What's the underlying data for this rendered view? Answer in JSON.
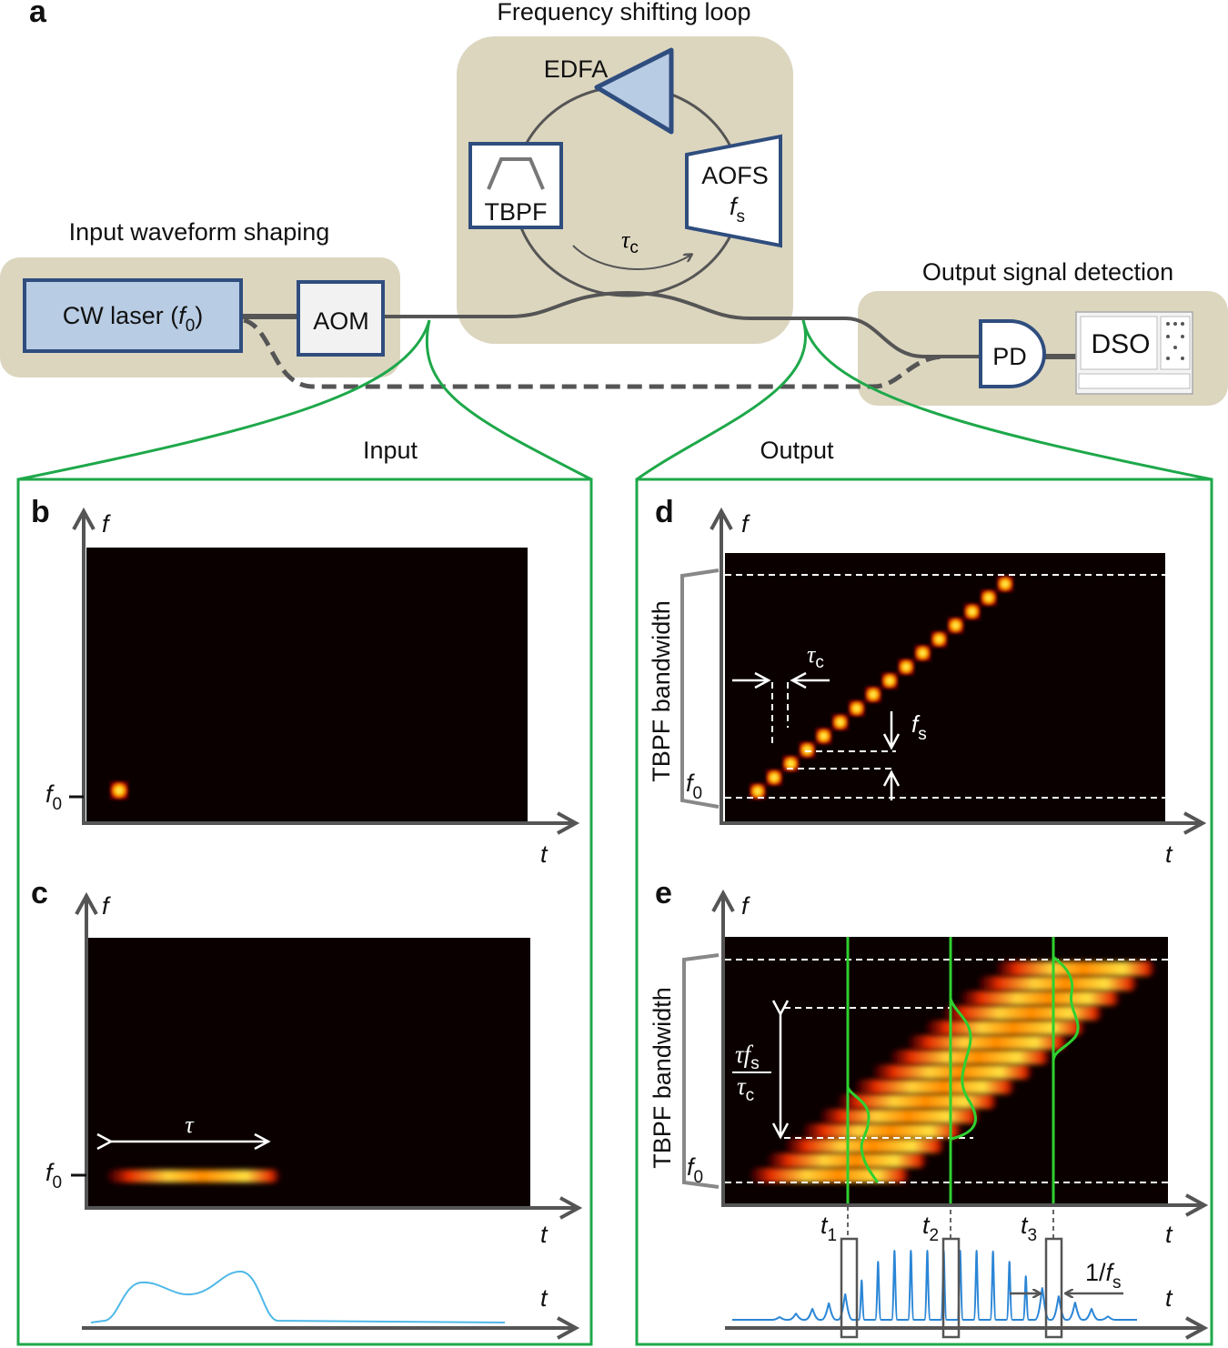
{
  "panel_labels": {
    "a": "a",
    "b": "b",
    "c": "c",
    "d": "d",
    "e": "e"
  },
  "sections": {
    "loop_title": "Frequency shifting loop",
    "input_title": "Input waveform shaping",
    "output_title": "Output signal detection",
    "input_zoom": "Input",
    "output_zoom": "Output"
  },
  "components": {
    "edfa": "EDFA",
    "tbpf": "TBPF",
    "aofs": "AOFS",
    "aofs_freq": {
      "main": "f",
      "sub": "s"
    },
    "loop_delay": {
      "main": "τ",
      "sub": "c"
    },
    "laser": {
      "prefix": "CW laser (",
      "main": "f",
      "sub": "0",
      "suffix": ")"
    },
    "aom": "AOM",
    "pd": "PD",
    "dso": "DSO"
  },
  "axes": {
    "f": "f",
    "t": "t",
    "f0": {
      "main": "f",
      "sub": "0"
    },
    "tau": "τ",
    "tbpf_bandwidth": "TBPF bandwidth",
    "tau_c": {
      "main": "τ",
      "sub": "c"
    },
    "f_s": {
      "main": "f",
      "sub": "s"
    },
    "ratio_num": {
      "a": "τ",
      "b": "f",
      "sub": "s"
    },
    "ratio_den": {
      "main": "τ",
      "sub": "c"
    },
    "t1": {
      "main": "t",
      "sub": "1"
    },
    "t2": {
      "main": "t",
      "sub": "2"
    },
    "t3": {
      "main": "t",
      "sub": "3"
    },
    "inv_fs": {
      "pre": "1/",
      "main": "f",
      "sub": "s"
    }
  },
  "colors": {
    "beige": "#dcd6bf",
    "component_blue": "#b8cce4",
    "component_stroke": "#2f4d7e",
    "green": "#1ea84a",
    "trace_blue": "#2b86d6"
  },
  "pulse_amplitudes": [
    0.04,
    0.09,
    0.16,
    0.24,
    0.37,
    0.57,
    0.84,
    1,
    1,
    1,
    1,
    1,
    1,
    0.99,
    0.84,
    0.63,
    0.46,
    0.34,
    0.25,
    0.16,
    0.05
  ],
  "comb_lines": 16,
  "spectro_bands": 15
}
